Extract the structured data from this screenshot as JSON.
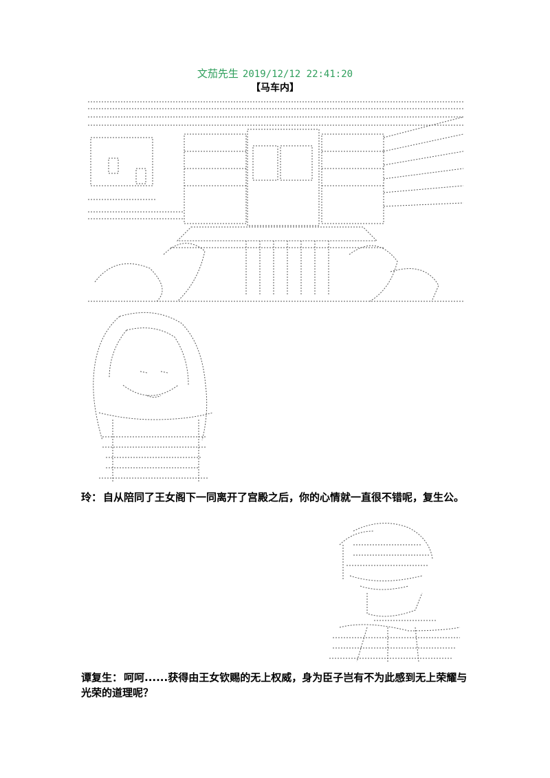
{
  "header": {
    "author": "文茄先生",
    "timestamp": "2019/12/12 22:41:20"
  },
  "scene_title": "【马车内】",
  "lines": [
    {
      "speaker": "玲：",
      "text": "自从陪同了王女阁下一同离开了宫殿之后，你的心情就一直很不错呢，复生公。"
    },
    {
      "speaker": "谭复生：",
      "text": "呵呵......获得由王女钦赐的无上权威，身为臣子岂有不为此感到无上荣耀与光荣的道理呢？"
    }
  ],
  "colors": {
    "header": "#2e9e5b",
    "text": "#000000",
    "art": "#444444"
  }
}
